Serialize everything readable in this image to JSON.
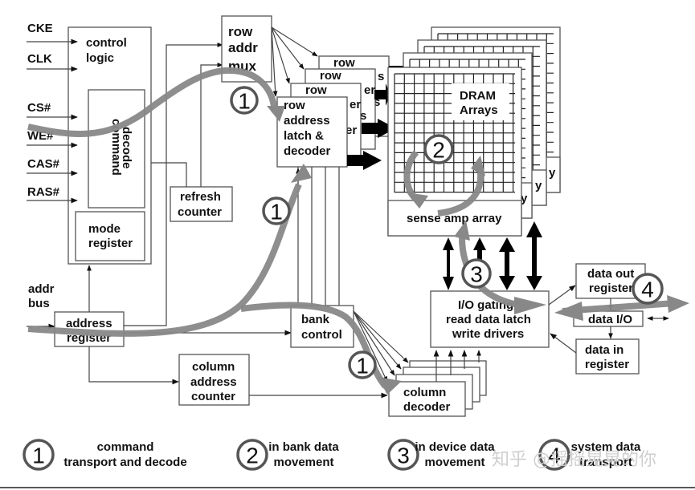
{
  "diagram": {
    "title": "DRAM device internal data flow",
    "signals": {
      "cke": "CKE",
      "clk": "CLK",
      "cs": "CS#",
      "we": "WE#",
      "cas": "CAS#",
      "ras": "RAS#",
      "addr_bus_1": "addr",
      "addr_bus_2": "bus"
    },
    "blocks": {
      "control_logic": [
        "control",
        "logic"
      ],
      "command_decode": [
        "command",
        "decode"
      ],
      "mode_register": [
        "mode",
        "register"
      ],
      "refresh_counter": [
        "refresh",
        "counter"
      ],
      "row_addr_mux": [
        "row",
        "addr",
        "mux"
      ],
      "row_address_latch": [
        "row",
        "address",
        "latch &",
        "decoder"
      ],
      "row_stack_label": "row",
      "row_stack_fragments": [
        "s",
        "s",
        "er",
        "s",
        "er",
        "er"
      ],
      "dram_arrays": [
        "DRAM",
        "Arrays"
      ],
      "sense_amp_array": "sense amp array",
      "sense_amp_fragment": "y",
      "address_register": [
        "address",
        "register"
      ],
      "bank_control": [
        "bank",
        "control"
      ],
      "column_address_counter": [
        "column",
        "address",
        "counter"
      ],
      "column_decoder": [
        "column",
        "decoder"
      ],
      "io_gating": [
        "I/O gating /",
        "read data latch",
        "write drivers"
      ],
      "data_out_register": [
        "data out",
        "register"
      ],
      "data_io": "data I/O",
      "data_in_register": [
        "data in",
        "register"
      ]
    },
    "flow_markers": {
      "command": "1",
      "in_bank": "2",
      "in_device": "3",
      "system": "4"
    }
  },
  "legend": [
    {
      "number": "1",
      "lines": [
        "command",
        "transport and decode"
      ]
    },
    {
      "number": "2",
      "lines": [
        "in bank data",
        "movement"
      ]
    },
    {
      "number": "3",
      "lines": [
        "in device data",
        "movement"
      ]
    },
    {
      "number": "4",
      "lines": [
        "system data",
        "transport"
      ]
    }
  ],
  "watermark": "知乎 @摇摇晃晃的你",
  "colors": {
    "flow_arrow": "#888888",
    "outline": "#555555",
    "text": "#111111"
  }
}
